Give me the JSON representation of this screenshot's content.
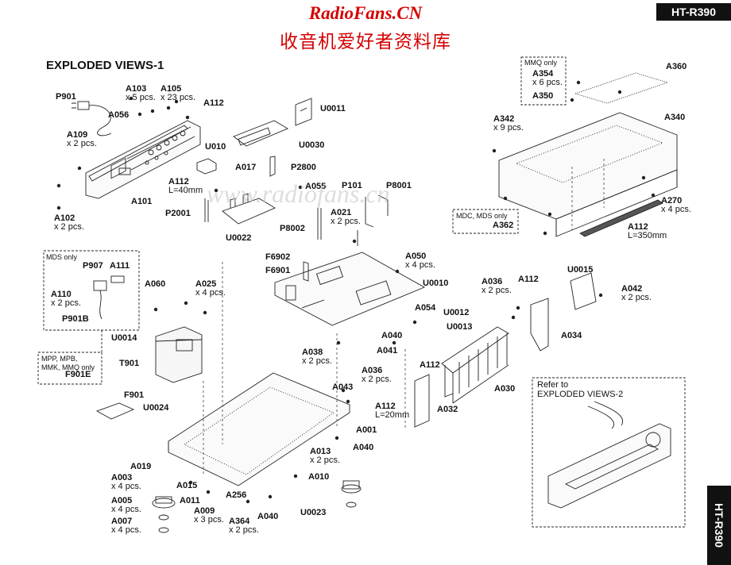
{
  "header": {
    "site_title": "RadioFans.CN",
    "site_subtitle": "收音机爱好者资料库",
    "model": "HT-R390",
    "side_tab": "HT-R390",
    "page_heading": "EXPLODED VIEWS-1",
    "watermark": "www.radiofans.cn"
  },
  "boxes": {
    "mds_only": "MDS only",
    "mpp_note_1": "MPP, MPB,",
    "mpp_note_2": "MMK, MMQ only",
    "mmq_only": "MMQ only",
    "mdc_mds_only": "MDC, MDS only",
    "refer_to": "Refer to",
    "exploded_views_2": "EXPLODED VIEWS-2"
  },
  "parts": [
    {
      "code": "P901",
      "qty": ""
    },
    {
      "code": "A103",
      "qty": "x 5 pcs."
    },
    {
      "code": "A105",
      "qty": "x 23 pcs."
    },
    {
      "code": "A112",
      "qty": ""
    },
    {
      "code": "U0011",
      "qty": ""
    },
    {
      "code": "A056",
      "qty": ""
    },
    {
      "code": "A109",
      "qty": "x 2 pcs."
    },
    {
      "code": "U010",
      "qty": ""
    },
    {
      "code": "U0030",
      "qty": ""
    },
    {
      "code": "A017",
      "qty": ""
    },
    {
      "code": "P2800",
      "qty": ""
    },
    {
      "code": "A112",
      "qty": "L=40mm"
    },
    {
      "code": "A101",
      "qty": ""
    },
    {
      "code": "A055",
      "qty": ""
    },
    {
      "code": "P101",
      "qty": ""
    },
    {
      "code": "P8001",
      "qty": ""
    },
    {
      "code": "P2001",
      "qty": ""
    },
    {
      "code": "A021",
      "qty": "x 2 pcs."
    },
    {
      "code": "A102",
      "qty": "x 2 pcs."
    },
    {
      "code": "P8002",
      "qty": ""
    },
    {
      "code": "U0022",
      "qty": ""
    },
    {
      "code": "F6902",
      "qty": ""
    },
    {
      "code": "F6901",
      "qty": ""
    },
    {
      "code": "A050",
      "qty": "x 4 pcs."
    },
    {
      "code": "U0010",
      "qty": ""
    },
    {
      "code": "P907",
      "qty": ""
    },
    {
      "code": "A111",
      "qty": ""
    },
    {
      "code": "A110",
      "qty": "x 2 pcs."
    },
    {
      "code": "P901B",
      "qty": ""
    },
    {
      "code": "A060",
      "qty": ""
    },
    {
      "code": "A025",
      "qty": "x 4 pcs."
    },
    {
      "code": "U0014",
      "qty": ""
    },
    {
      "code": "A054",
      "qty": ""
    },
    {
      "code": "U0012",
      "qty": ""
    },
    {
      "code": "U0013",
      "qty": ""
    },
    {
      "code": "A038",
      "qty": "x 2 pcs."
    },
    {
      "code": "A040",
      "qty": ""
    },
    {
      "code": "A041",
      "qty": ""
    },
    {
      "code": "A112",
      "qty": ""
    },
    {
      "code": "T901",
      "qty": ""
    },
    {
      "code": "F901E",
      "qty": ""
    },
    {
      "code": "A036",
      "qty": "x 2 pcs."
    },
    {
      "code": "A043",
      "qty": ""
    },
    {
      "code": "F901",
      "qty": ""
    },
    {
      "code": "U0024",
      "qty": ""
    },
    {
      "code": "A112",
      "qty": "L=20mm"
    },
    {
      "code": "A032",
      "qty": ""
    },
    {
      "code": "A030",
      "qty": ""
    },
    {
      "code": "A001",
      "qty": ""
    },
    {
      "code": "A040",
      "qty": ""
    },
    {
      "code": "A019",
      "qty": ""
    },
    {
      "code": "A013",
      "qty": "x 2 pcs."
    },
    {
      "code": "A003",
      "qty": "x 4 pcs."
    },
    {
      "code": "A015",
      "qty": ""
    },
    {
      "code": "A010",
      "qty": ""
    },
    {
      "code": "A256",
      "qty": ""
    },
    {
      "code": "A005",
      "qty": "x 4 pcs."
    },
    {
      "code": "A011",
      "qty": ""
    },
    {
      "code": "A009",
      "qty": "x 3 pcs."
    },
    {
      "code": "A364",
      "qty": "x 2 pcs."
    },
    {
      "code": "A040",
      "qty": ""
    },
    {
      "code": "U0023",
      "qty": ""
    },
    {
      "code": "A007",
      "qty": "x 4 pcs."
    },
    {
      "code": "A036",
      "qty": "x 2 pcs."
    },
    {
      "code": "A112",
      "qty": ""
    },
    {
      "code": "U0015",
      "qty": ""
    },
    {
      "code": "A042",
      "qty": "x 2 pcs."
    },
    {
      "code": "A034",
      "qty": ""
    },
    {
      "code": "A354",
      "qty": "x 6 pcs."
    },
    {
      "code": "A350",
      "qty": ""
    },
    {
      "code": "A360",
      "qty": ""
    },
    {
      "code": "A342",
      "qty": "x 9 pcs."
    },
    {
      "code": "A340",
      "qty": ""
    },
    {
      "code": "A270",
      "qty": "x 4 pcs."
    },
    {
      "code": "A362",
      "qty": ""
    },
    {
      "code": "A112",
      "qty": "L=350mm"
    }
  ]
}
